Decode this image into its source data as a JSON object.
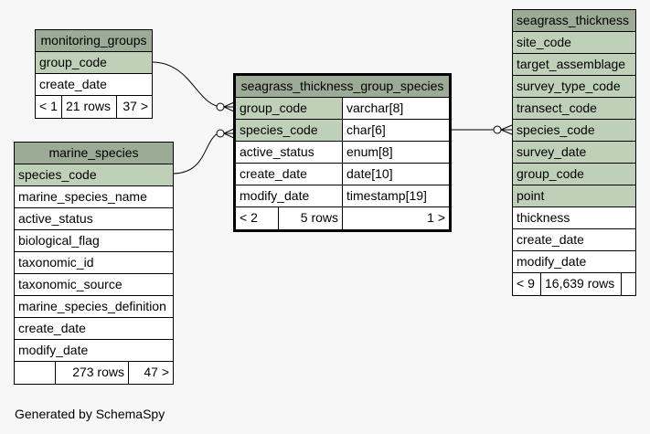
{
  "monitoring_groups": {
    "name": "monitoring_groups",
    "columns": [
      "group_code",
      "create_date"
    ],
    "footer": {
      "parents": "< 1",
      "rows": "21 rows",
      "children": "37 >"
    }
  },
  "marine_species": {
    "name": "marine_species",
    "columns": [
      "species_code",
      "marine_species_name",
      "active_status",
      "biological_flag",
      "taxonomic_id",
      "taxonomic_source",
      "marine_species_definition",
      "create_date",
      "modify_date"
    ],
    "footer": {
      "parents": "",
      "rows": "273 rows",
      "children": "47 >"
    }
  },
  "focus_table": {
    "name": "seagrass_thickness_group_species",
    "columns": [
      {
        "name": "group_code",
        "type": "varchar[8]"
      },
      {
        "name": "species_code",
        "type": "char[6]"
      },
      {
        "name": "active_status",
        "type": "enum[8]"
      },
      {
        "name": "create_date",
        "type": "date[10]"
      },
      {
        "name": "modify_date",
        "type": "timestamp[19]"
      }
    ],
    "footer": {
      "parents": "< 2",
      "rows": "5 rows",
      "children": "1 >"
    }
  },
  "seagrass_thickness": {
    "name": "seagrass_thickness",
    "columns": [
      "site_code",
      "target_assemblage",
      "survey_type_code",
      "transect_code",
      "species_code",
      "survey_date",
      "group_code",
      "point",
      "thickness",
      "create_date",
      "modify_date"
    ],
    "footer": {
      "parents": "< 9",
      "rows": "16,639 rows",
      "children": ""
    }
  },
  "generated_by": "Generated by SchemaSpy",
  "colors": {
    "header": "#9bab96",
    "key": "#bed1b8",
    "background": "#f7f7f7"
  }
}
